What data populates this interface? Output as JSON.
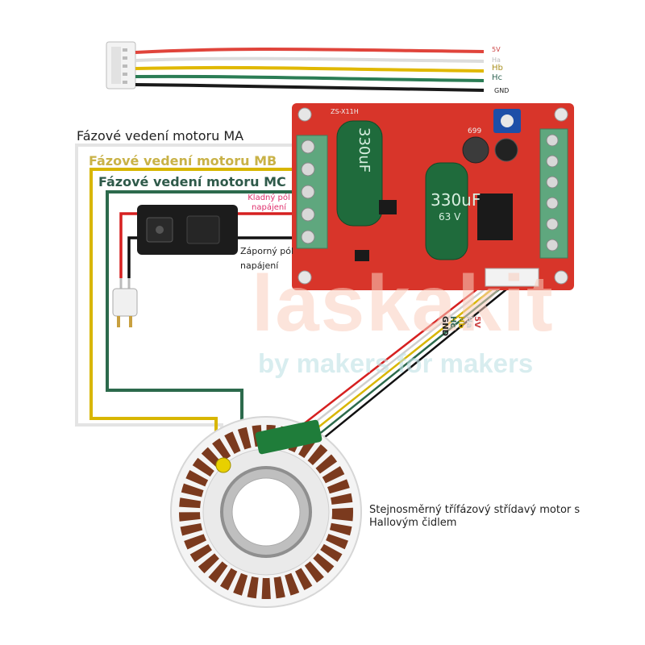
{
  "labels": {
    "phase_ma": "Fázové vedení motoru MA",
    "phase_mb": "Fázové vedení motoru MB",
    "phase_mc": "Fázové vedení motoru MC",
    "positive_pole": "Kladný pól napájení",
    "negative_pole": "Záporný pól napájení",
    "motor": "Stejnosměrný třífázový střídavý motor s Hallovým čidlem"
  },
  "connector_tags": {
    "v5": "5V",
    "ha": "Ha",
    "hb": "Hb",
    "hc": "Hc",
    "gnd": "GND"
  },
  "board": {
    "model": "ZS-X11H",
    "cap_left": "330uF",
    "cap_center": "330uF 63V",
    "cap_center_label": "330uF",
    "cap_center_voltage": "63 V",
    "inductor": "699"
  },
  "watermark": {
    "brand": "laskakit",
    "tagline": "by makers for makers"
  },
  "colors": {
    "board_red": "#d8352a",
    "terminal_green": "#5fa77e",
    "wire_white": "#e6e6e6",
    "wire_yellow": "#d8b600",
    "wire_green": "#2c6a4c",
    "wire_red": "#d62020",
    "wire_black": "#111111",
    "capacitor_green": "#1f6b3c"
  }
}
